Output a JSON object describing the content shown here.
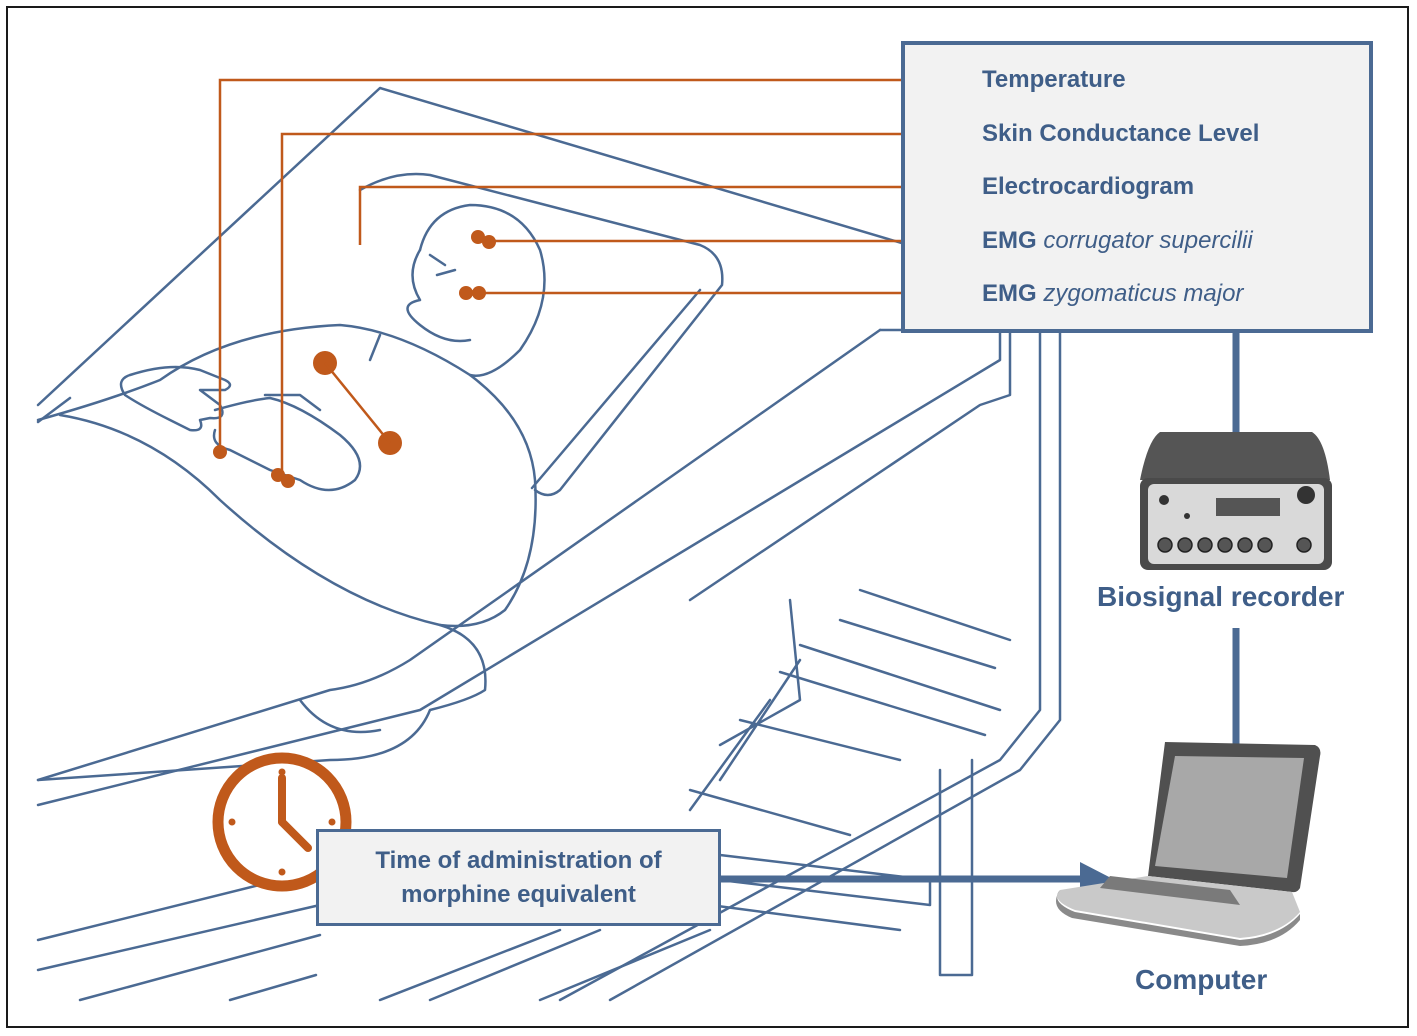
{
  "signals": [
    {
      "label": "Temperature",
      "latin": ""
    },
    {
      "label": "Skin Conductance Level",
      "latin": ""
    },
    {
      "label": "Electrocardiogram",
      "latin": ""
    },
    {
      "label": "EMG",
      "latin": "corrugator supercilii"
    },
    {
      "label": "EMG",
      "latin": "zygomaticus major"
    }
  ],
  "admin": {
    "line1": "Time of administration of",
    "line2": "morphine equivalent"
  },
  "devices": {
    "recorder": "Biosignal recorder",
    "computer": "Computer"
  },
  "icons": [
    "clock-icon",
    "biosignal-recorder-icon",
    "laptop-icon",
    "patient-bed-illustration"
  ],
  "colors": {
    "outline": "#4b6a93",
    "lead": "#c0591b",
    "box_fill": "#f2f2f2",
    "text": "#3f5e88"
  }
}
